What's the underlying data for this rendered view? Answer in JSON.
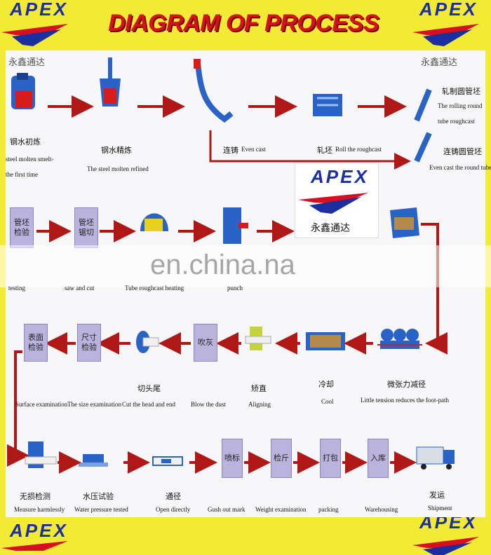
{
  "brand": {
    "name": "APEX",
    "subtitle_cn": "永鑫通达",
    "colors": {
      "blue": "#1b2fa0",
      "red": "#d80f1e",
      "yellow": "#f3ea35"
    }
  },
  "title": "DIAGRAM OF PROCESS",
  "watermark": "en.china.na",
  "steps": {
    "s1_cn": "钢水初炼",
    "s1_en1": "steel molten smelt-",
    "s1_en2": "the first time",
    "s2_cn": "钢水精炼",
    "s2_en": "The steel molten refined",
    "s3_cn": "连铸",
    "s3_en": "Even cast",
    "s4_cn": "轧坯",
    "s4_en": "Roll the roughcast",
    "s5_cn": "轧制圆管坯",
    "s5_en1": "The rolling round",
    "s5_en2": "tube roughcast",
    "s6_cn": "连铸圆管坯",
    "s6_en": "Even cast the round tube",
    "r2_box1": "管坯检验",
    "r2_box2": "管坯锯切",
    "r2_l1": "testing",
    "r2_l2": "saw and cut",
    "r2_l3": "Tube roughcast heating",
    "r2_l4": "punch",
    "r3_box1": "表面检验",
    "r3_box2": "尺寸检验",
    "r3_box3": "吹灰",
    "r3_c1": "切头尾",
    "r3_c2": "矫直",
    "r3_c3": "冷却",
    "r3_c4": "微张力减径",
    "r3_e1": "Surface examination",
    "r3_e2": "The size examination",
    "r3_e3": "Cut the head and end",
    "r3_e4": "Blow the dust",
    "r3_e5": "Aligning",
    "r3_e6": "Cool",
    "r3_e7": "Little tension reduces the foot-path",
    "r4_box1": "喷标",
    "r4_box2": "检斤",
    "r4_box3": "打包",
    "r4_box4": "入库",
    "r4_c1": "无损检测",
    "r4_c2": "水压试验",
    "r4_c3": "通径",
    "r4_c4": "发运",
    "r4_e1": "Measure harmlessly",
    "r4_e2": "Water pressure tested",
    "r4_e3": "Open directly",
    "r4_e4": "Gush out mark",
    "r4_e5": "Weight examination",
    "r4_e6": "packing",
    "r4_e7": "Warehousing",
    "r4_e8": "Shipment"
  }
}
